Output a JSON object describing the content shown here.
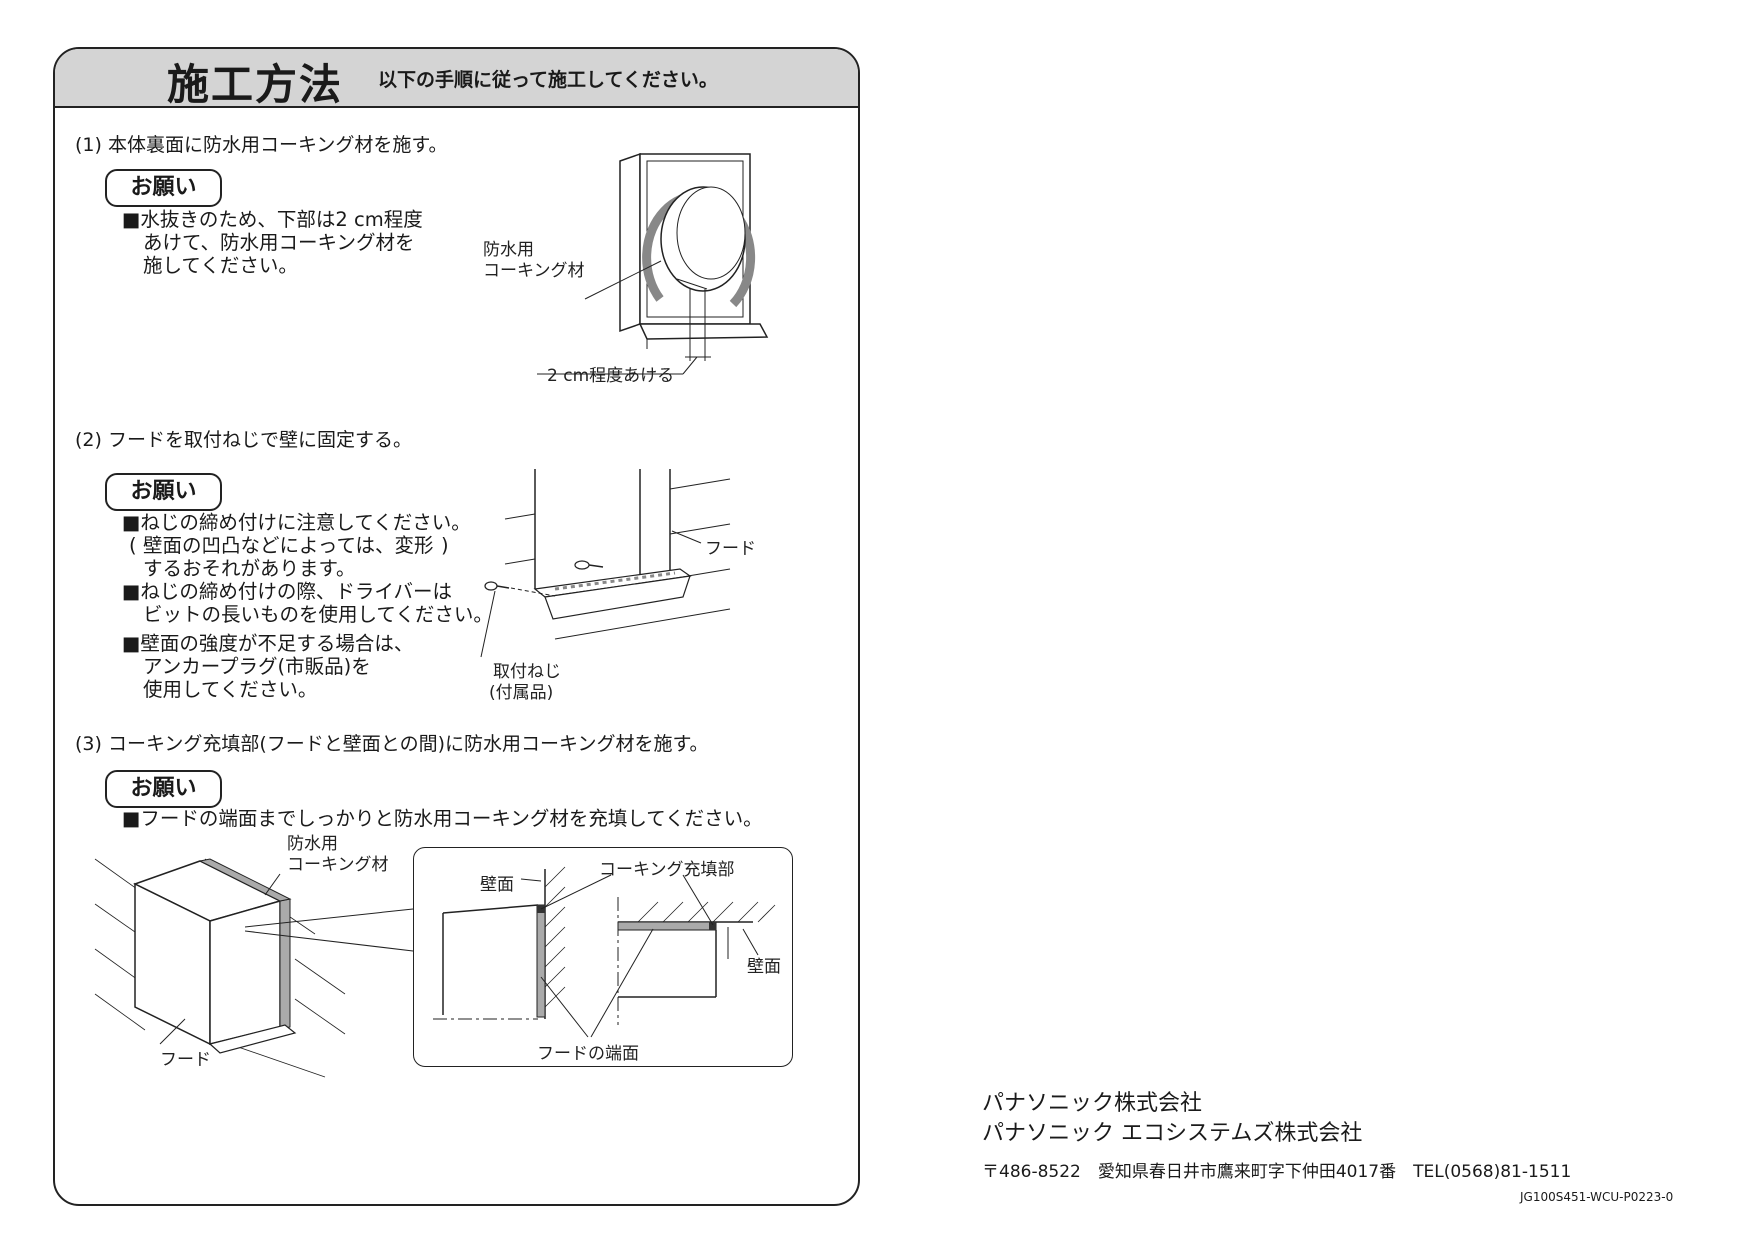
{
  "header": {
    "title": "施工方法",
    "subtitle": "以下の手順に従って施工してください。"
  },
  "step1": {
    "heading": "(1) 本体裏面に防水用コーキング材を施す。",
    "badge": "お願い",
    "note_lines": [
      "■水抜きのため、下部は2 cm程度",
      "あけて、防水用コーキング材を",
      "施してください。"
    ],
    "label_caulk_line1": "防水用",
    "label_caulk_line2": "コーキング材",
    "label_gap": "2 cm程度あける"
  },
  "step2": {
    "heading": "(2) フードを取付ねじで壁に固定する。",
    "badge": "お願い",
    "note_lines": [
      "■ねじの締め付けに注意してください。",
      "壁面の凹凸などによっては、変形",
      "するおそれがあります。",
      "■ねじの締め付けの際、ドライバーは",
      "ビットの長いものを使用してください。",
      "■壁面の強度が不足する場合は、",
      "アンカープラグ(市販品)を",
      "使用してください。"
    ],
    "label_hood": "フード",
    "label_screw_line1": "取付ねじ",
    "label_screw_line2": "(付属品)"
  },
  "step3": {
    "heading": "(3) コーキング充填部(フードと壁面との間)に防水用コーキング材を施す。",
    "badge": "お願い",
    "note": "■フードの端面までしっかりと防水用コーキング材を充填してください。",
    "label_caulk_line1": "防水用",
    "label_caulk_line2": "コーキング材",
    "label_hood": "フード",
    "label_wall_left": "壁面",
    "label_fill": "コーキング充填部",
    "label_wall_right": "壁面",
    "label_hood_edge": "フードの端面"
  },
  "footer": {
    "company1": "パナソニック株式会社",
    "company2": "パナソニック エコシステムズ株式会社",
    "address": "〒486-8522　愛知県春日井市鷹来町字下仲田4017番　TEL(0568)81-1511",
    "doc_code": "JG100S451-WCU-P0223-0"
  }
}
